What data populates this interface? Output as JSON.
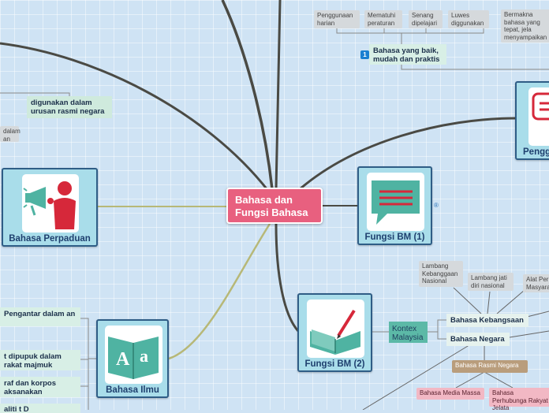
{
  "central": {
    "title": "Bahasa dan Fungsi Bahasa"
  },
  "cards": {
    "perpaduan": "Bahasa Perpaduan",
    "fungsi1": "Fungsi BM (1)",
    "fungsi2": "Fungsi BM (2)",
    "ilmu": "Bahasa Ilmu",
    "pengg": "Pengg"
  },
  "badge_number": "1",
  "marker": "®",
  "top": {
    "tags": [
      "Penggunaan harian",
      "Mematuhi peraturan",
      "Senang dipelajari",
      "Luwes diggunakan",
      "Bermakna bahasa yang tepat, jela menyampaikan"
    ],
    "node": "Bahasa yang baik, mudah dan praktis"
  },
  "left": {
    "rasmi": "digunakan dalam urusan rasmi negara",
    "cut_tag": "dalam an",
    "ilmu_items": [
      "Pengantar dalam an",
      "t dipupuk dalam rakat majmuk",
      "raf dan korpos aksanakan",
      "aliti t D"
    ]
  },
  "fungsi2_branch": {
    "kontex": "Kontex Malaysia",
    "kebangsaan": "Bahasa Kebangsaan",
    "negara": "Bahasa Negara",
    "tags_kebangsaan": [
      "Lambang Kebanggaan Nasional",
      "Lambang jati diri nasional",
      "Alat Per Masyara"
    ],
    "rasmi_negara": "Bahasa Rasmi Negara",
    "media": "Bahasa Media Massa",
    "perhubungan": "Bahasa Perhubunga Rakyat Jelata"
  },
  "colors": {
    "background": "#cfe3f4",
    "central": "#e8607f",
    "card": "#a9ddea",
    "line": "#4a4a44",
    "olive": "#b7b877"
  }
}
